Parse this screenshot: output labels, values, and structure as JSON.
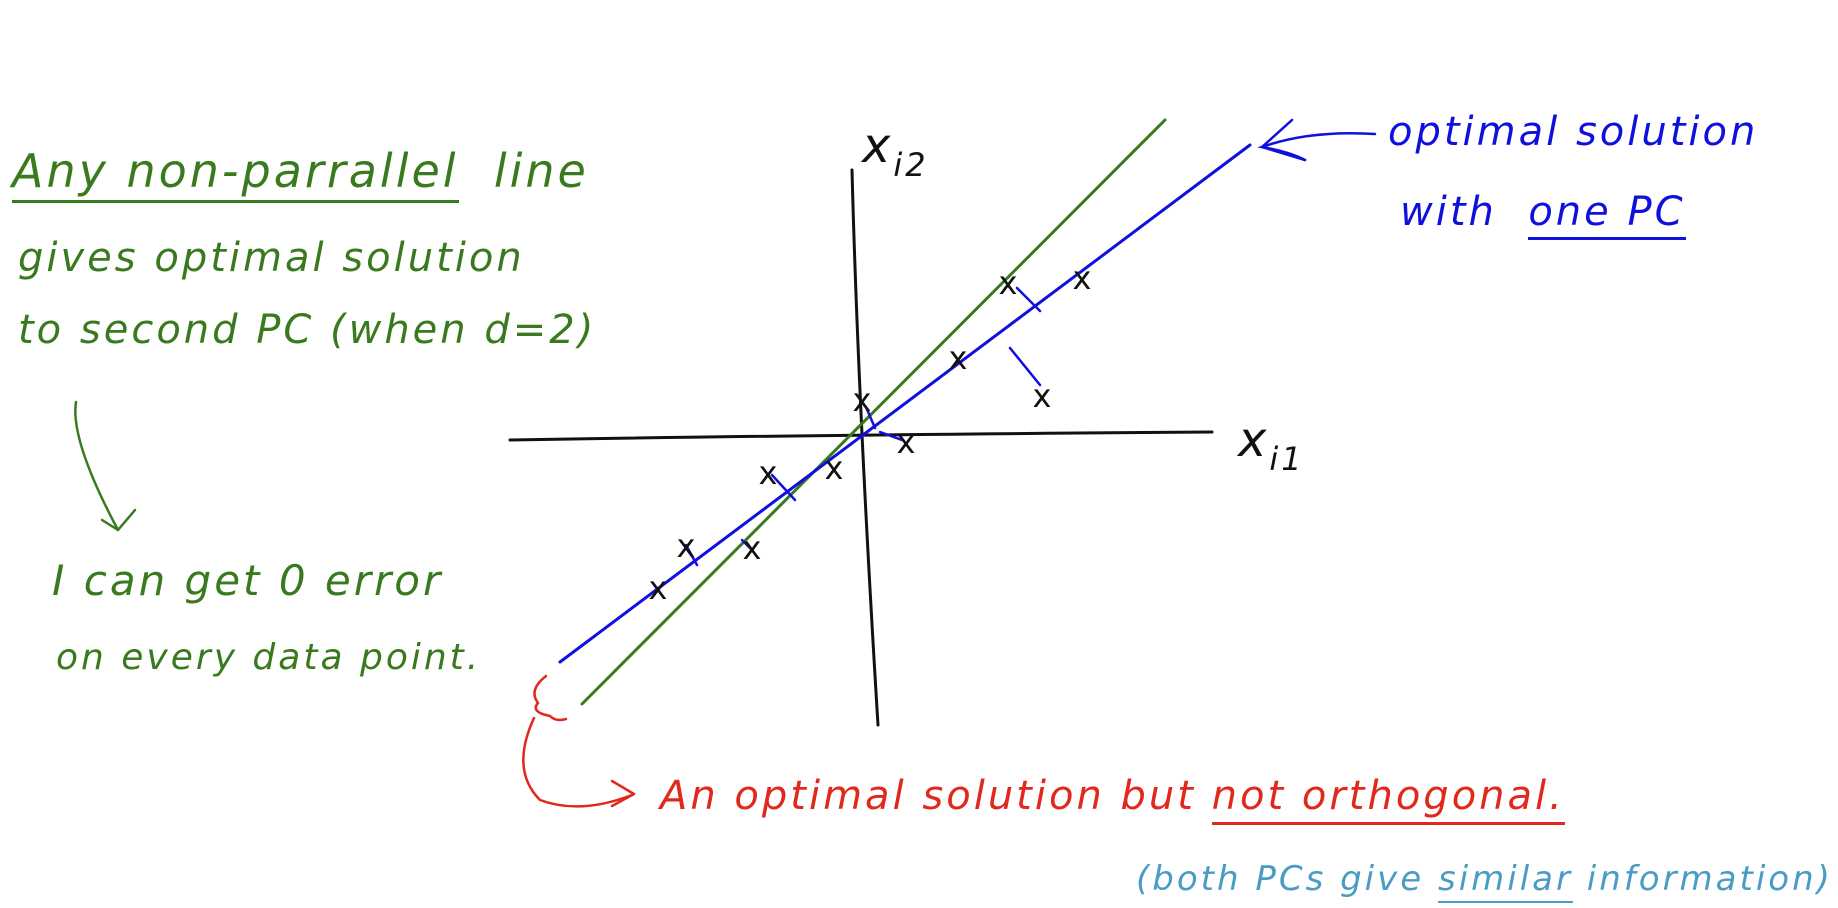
{
  "axes": {
    "x_label_main": "x",
    "x_label_sub": "i1",
    "y_label_main": "x",
    "y_label_sub": "i2"
  },
  "left_note": {
    "line1_underlined": "Any non-parrallel",
    "line1_rest": "line",
    "line2": "gives optimal solution",
    "line3": "to second PC (when d=2)",
    "line4": "I can get 0 error",
    "line5": "on every data point."
  },
  "right_note": {
    "line1": "optimal solution",
    "line2_prefix": "with",
    "line2_underlined": "one PC"
  },
  "bottom_note": {
    "prefix": "An optimal solution but",
    "underlined": "not orthogonal."
  },
  "bottom_sub_note": {
    "prefix": "(both PCs give",
    "underlined": "similar",
    "suffix": "information)"
  },
  "data_point_marker": "x",
  "colors": {
    "axes": "#111111",
    "first_pc_line": "#1010dd",
    "second_pc_line": "#3a7a1e",
    "annotation_red": "#e0291c",
    "annotation_lightblue": "#4a9cc4"
  }
}
